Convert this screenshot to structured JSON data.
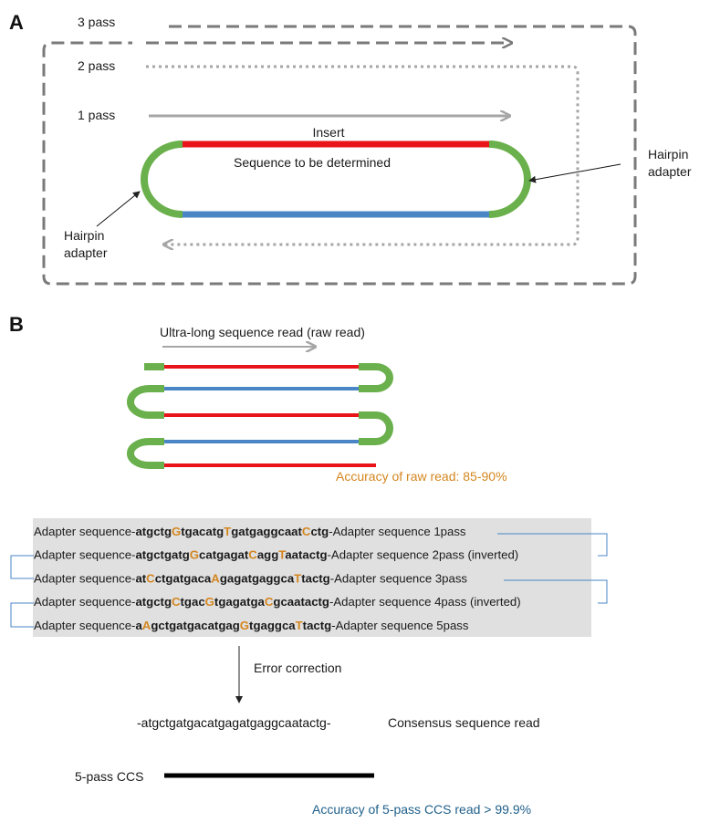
{
  "panel_a": {
    "panel_label": "A",
    "pass3_label": "3 pass",
    "pass2_label": "2 pass",
    "pass1_label": "1 pass",
    "insert_label": "Insert",
    "sequence_label": "Sequence to be determined",
    "hairpin_right": [
      "Hairpin",
      "adapter"
    ],
    "hairpin_left": [
      "Hairpin",
      "adapter"
    ]
  },
  "panel_b": {
    "panel_label": "B",
    "raw_read_label": "Ultra-long sequence read (raw read)",
    "raw_accuracy": "Accuracy of raw read: 85-90%",
    "passes": [
      {
        "prefix": "Adapter sequence-",
        "segments": [
          {
            "text": "atgctg",
            "bold": true,
            "err": false
          },
          {
            "text": "G",
            "bold": true,
            "err": true
          },
          {
            "text": "tgacatg",
            "bold": true,
            "err": false
          },
          {
            "text": "T",
            "bold": true,
            "err": true
          },
          {
            "text": "gatgaggcaat",
            "bold": true,
            "err": false
          },
          {
            "text": "C",
            "bold": true,
            "err": true
          },
          {
            "text": "ctg",
            "bold": true,
            "err": false
          }
        ],
        "suffix": "-Adapter sequence 1pass"
      },
      {
        "prefix": "Adapter sequence-",
        "segments": [
          {
            "text": "atgctgatg",
            "bold": true,
            "err": false
          },
          {
            "text": "G",
            "bold": true,
            "err": true
          },
          {
            "text": "catgagat",
            "bold": true,
            "err": false
          },
          {
            "text": "C",
            "bold": true,
            "err": true
          },
          {
            "text": "agg",
            "bold": true,
            "err": false
          },
          {
            "text": "T",
            "bold": true,
            "err": true
          },
          {
            "text": "aatactg",
            "bold": true,
            "err": false
          }
        ],
        "suffix": "-Adapter sequence 2pass (inverted)"
      },
      {
        "prefix": "Adapter sequence-",
        "segments": [
          {
            "text": "at",
            "bold": true,
            "err": false
          },
          {
            "text": "C",
            "bold": true,
            "err": true
          },
          {
            "text": "ctgatgaca",
            "bold": true,
            "err": false
          },
          {
            "text": "A",
            "bold": true,
            "err": true
          },
          {
            "text": "gagatgaggca",
            "bold": true,
            "err": false
          },
          {
            "text": "T",
            "bold": true,
            "err": true
          },
          {
            "text": "tactg",
            "bold": true,
            "err": false
          }
        ],
        "suffix": "-Adapter sequence 3pass"
      },
      {
        "prefix": "Adapter sequence-",
        "segments": [
          {
            "text": "atgctg",
            "bold": true,
            "err": false
          },
          {
            "text": "C",
            "bold": true,
            "err": true
          },
          {
            "text": "tgac",
            "bold": true,
            "err": false
          },
          {
            "text": "G",
            "bold": true,
            "err": true
          },
          {
            "text": "tgagatga",
            "bold": true,
            "err": false
          },
          {
            "text": "C",
            "bold": true,
            "err": true
          },
          {
            "text": "gcaatactg",
            "bold": true,
            "err": false
          }
        ],
        "suffix": "-Adapter sequence 4pass (inverted)"
      },
      {
        "prefix": "Adapter sequence-",
        "segments": [
          {
            "text": "a",
            "bold": true,
            "err": false
          },
          {
            "text": "A",
            "bold": true,
            "err": true
          },
          {
            "text": "gctgatgacatgag",
            "bold": true,
            "err": false
          },
          {
            "text": "G",
            "bold": true,
            "err": true
          },
          {
            "text": "tgaggca",
            "bold": true,
            "err": false
          },
          {
            "text": "T",
            "bold": true,
            "err": true
          },
          {
            "text": "tactg",
            "bold": true,
            "err": false
          }
        ],
        "suffix": "-Adapter sequence 5pass"
      }
    ],
    "error_correction_label": "Error correction",
    "consensus_sequence": "-atgctgatgacatgagatgaggcaatactg-",
    "consensus_label": "Consensus sequence read",
    "ccs_label": "5-pass CCS",
    "ccs_accuracy": "Accuracy of 5-pass CCS read > 99.9%"
  },
  "colors": {
    "insert_red": "#e8141a",
    "insert_blue": "#4a86c6",
    "hairpin_green": "#6ab04c",
    "pass_gray": "#a6a6a6",
    "dash_gray": "#7a7a7a",
    "error_orange": "#d4861f",
    "ccs_accuracy_blue": "#1e5f8a",
    "seq_box_gray": "#e0e0e0"
  }
}
